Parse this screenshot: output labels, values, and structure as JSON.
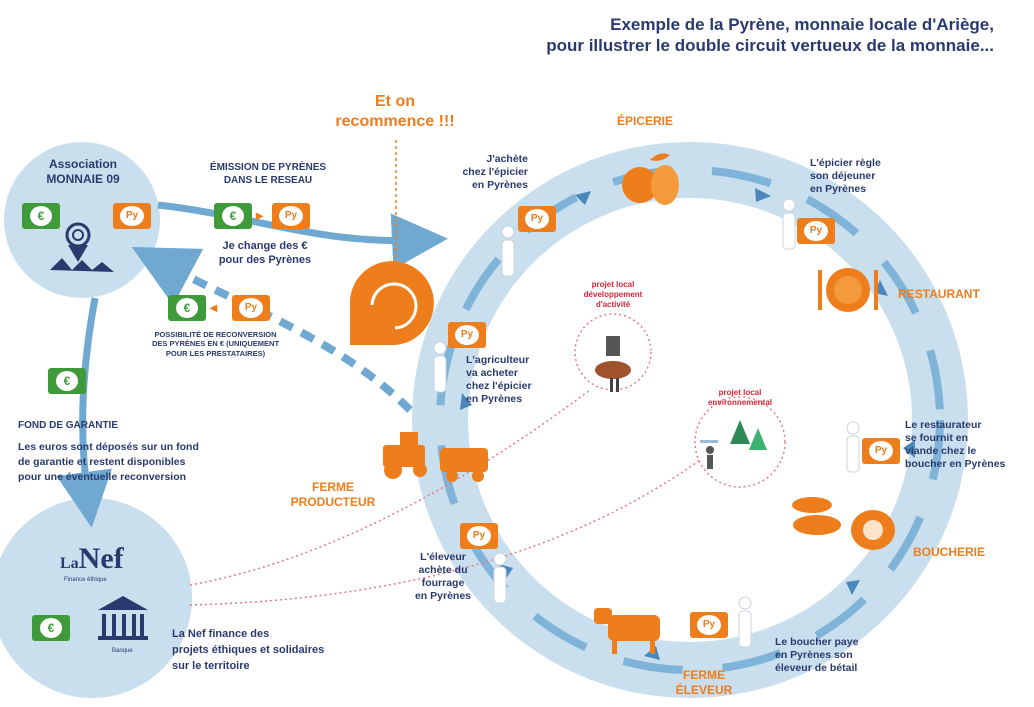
{
  "title": {
    "line1": "Exemple de la Pyrène, monnaie locale d'Ariège,",
    "line2": "pour illustrer le double circuit vertueux de la monnaie..."
  },
  "restart": {
    "line1": "Et on",
    "line2": "recommence !!!"
  },
  "association": {
    "line1": "Association",
    "line2": "MONNAIE 09"
  },
  "emission": {
    "title_line1": "ÉMISSION DE PYRÈNES",
    "title_line2": "DANS LE RESEAU",
    "desc_line1": "Je change des €",
    "desc_line2": "pour des Pyrènes"
  },
  "reconversion": {
    "line1": "POSSIBILITÉ DE RECONVERSION",
    "line2": "DES PYRÈNES EN € (UNIQUEMENT",
    "line3": "POUR LES PRESTATAIRES)"
  },
  "fond": {
    "title": "FOND DE GARANTIE",
    "line1": "Les euros sont déposés sur un fond",
    "line2": "de garantie et restent disponibles",
    "line3": "pour une éventuelle reconversion"
  },
  "nef": {
    "logo_la": "La",
    "logo_nef": "Nef",
    "logo_sub": "Finance éthique",
    "bank_caption": "Banque",
    "line1": "La Nef finance des",
    "line2": "projets éthiques et solidaires",
    "line3": "sur le territoire"
  },
  "nodes": {
    "epicerie": "ÉPICERIE",
    "restaurant": "RESTAURANT",
    "boucherie": "BOUCHERIE",
    "ferme_eleveur_1": "FERME",
    "ferme_eleveur_2": "ÉLEVEUR",
    "ferme_producteur_1": "FERME",
    "ferme_producteur_2": "PRODUCTEUR"
  },
  "steps": {
    "achete_1": "J'achète",
    "achete_2": "chez l'épicier",
    "achete_3": "en Pyrènes",
    "epicier_1": "L'épicier règle",
    "epicier_2": "son déjeuner",
    "epicier_3": "en Pyrènes",
    "restaurateur_1": "Le restaurateur",
    "restaurateur_2": "se fournit en",
    "restaurateur_3": "viande chez le",
    "restaurateur_4": "boucher en Pyrènes",
    "boucher_1": "Le boucher paye",
    "boucher_2": "en Pyrènes son",
    "boucher_3": "éleveur de bétail",
    "eleveur_1": "L'éleveur",
    "eleveur_2": "achète du",
    "eleveur_3": "fourrage",
    "eleveur_4": "en Pyrènes",
    "agriculteur_1": "L'agriculteur",
    "agriculteur_2": "va acheter",
    "agriculteur_3": "chez l'épicier",
    "agriculteur_4": "en Pyrènes"
  },
  "projets": {
    "dev_1": "projet local",
    "dev_2": "développement",
    "dev_3": "d'activité",
    "env_1": "projet local",
    "env_2": "environnemental"
  },
  "currency": {
    "py": "Py",
    "euro": "€"
  },
  "colors": {
    "navy": "#2b3a6e",
    "orange": "#ee7d1c",
    "ring": "#c9dfee",
    "arrow": "#6fa8d0",
    "green": "#3f9a3a",
    "red": "#d7263d"
  },
  "icons": [
    "arrow-icon",
    "fruit-icon",
    "plate-icon",
    "meat-icon",
    "cow-icon",
    "tractor-icon",
    "coin-stack-icon",
    "bank-icon",
    "tree-icon",
    "bread-icon",
    "person-icon",
    "spiral-icon"
  ]
}
